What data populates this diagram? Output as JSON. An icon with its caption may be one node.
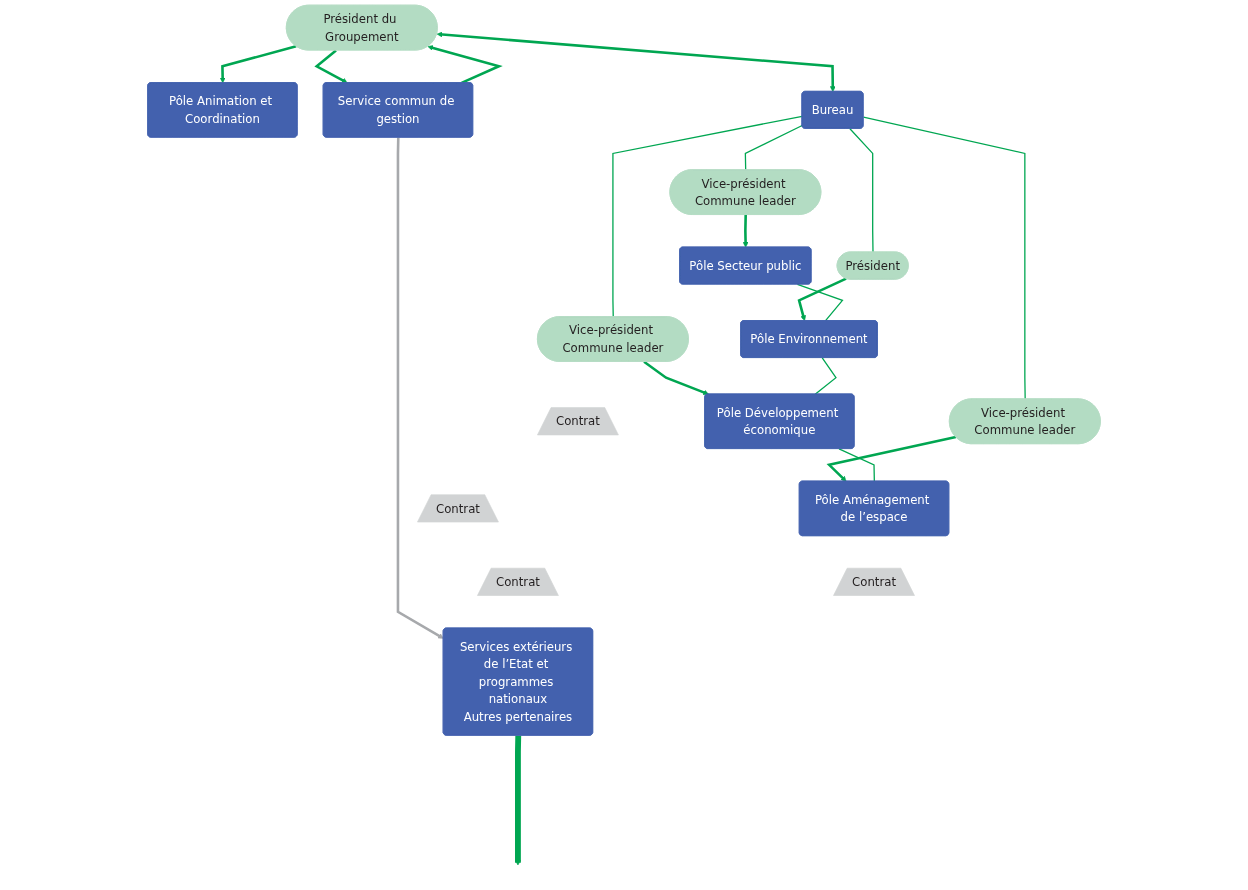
{
  "diagram": {
    "nodes": [
      {
        "text": [
          "Pôle Animation et Coordination"
        ]
      },
      {
        "text": [
          "Président du Groupement"
        ]
      },
      {
        "text": [
          "Service commun de gestion"
        ]
      },
      {
        "text": [
          "Bureau"
        ]
      },
      {
        "text": [
          "Vice-président Commune leader"
        ]
      },
      {
        "text": [
          "Président"
        ]
      },
      {
        "text": [
          "Vice-président Commune leader"
        ]
      },
      {
        "text": [
          "Vice-président Commune leader"
        ]
      },
      {
        "text": [
          "Pôle Secteur public"
        ]
      },
      {
        "text": [
          "Pôle Environnement"
        ]
      },
      {
        "text": [
          "Pôle Développement économique"
        ]
      },
      {
        "text": [
          "Pôle Aménagement de l’espace"
        ]
      },
      {
        "text": [
          "Contrat"
        ]
      },
      {
        "text": [
          "Contrat"
        ]
      },
      {
        "text": [
          "Contrat"
        ]
      },
      {
        "text": [
          "Contrat"
        ]
      },
      {
        "text": [
          "Services extérieurs de l’Etat et programmes nationaux",
          "Autres pertenaires"
        ]
      }
    ],
    "edges": [
      {
        "from": 1,
        "to": 0,
        "arrow": "to"
      },
      {
        "from": 1,
        "to": 2,
        "arrow": "to"
      },
      {
        "from": 2,
        "to": 1,
        "arrow": "to"
      },
      {
        "from": 1,
        "to": 3,
        "arrow": "both"
      },
      {
        "from": 3,
        "to": 4,
        "arrow": "none"
      },
      {
        "from": 3,
        "to": 5,
        "arrow": "none"
      },
      {
        "from": 3,
        "to": 6,
        "arrow": "none"
      },
      {
        "from": 3,
        "to": 7,
        "arrow": "none"
      },
      {
        "from": 4,
        "to": 8,
        "arrow": "to"
      },
      {
        "from": 5,
        "to": 9,
        "arrow": "to"
      },
      {
        "from": 6,
        "to": 10,
        "arrow": "to"
      },
      {
        "from": 7,
        "to": 11,
        "arrow": "to"
      },
      {
        "from": 8,
        "to": 9,
        "arrow": "none"
      },
      {
        "from": 9,
        "to": 10,
        "arrow": "none"
      },
      {
        "from": 10,
        "to": 11,
        "arrow": "none"
      },
      {
        "from": 16,
        "to": null,
        "arrow": "to",
        "style": "thick"
      },
      {
        "from": 2,
        "to": 16,
        "arrow": "to",
        "color": "#a7a9ac"
      }
    ]
  }
}
